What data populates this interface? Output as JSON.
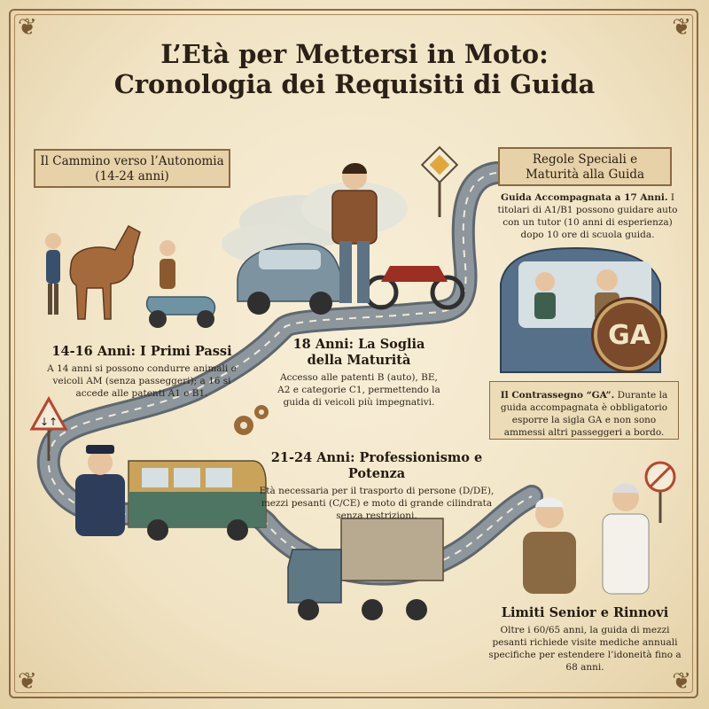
{
  "title": {
    "line1": "L’Età per Mettersi in Moto:",
    "line2": "Cronologia dei Requisiti di Guida"
  },
  "banners": {
    "left": {
      "line1": "Il Cammino verso l’Autonomia",
      "line2": "(14-24 anni)"
    },
    "right": {
      "line1": "Regole Speciali e",
      "line2": "Maturità alla Guida"
    }
  },
  "sections": {
    "first_steps": {
      "heading": "14-16 Anni: I Primi Passi",
      "body": "A 14 anni si possono condurre animali e veicoli AM (senza passeggeri); a 16 si accede alle patenti A1 e B1."
    },
    "maturity": {
      "heading_line1": "18 Anni: La Soglia",
      "heading_line2": "della Maturità",
      "body": "Accesso alle patenti B (auto), BE, A2 e categorie C1, permettendo la guida di veicoli più impegnativi."
    },
    "professional": {
      "heading": "21-24 Anni: Professionismo e Potenza",
      "body": "Età necessaria per il trasporto di persone (D/DE), mezzi pesanti (C/CE) e moto di grande cilindrata senza restrizioni."
    },
    "senior": {
      "heading": "Limiti Senior e Rinnovi",
      "body": "Oltre i 60/65 anni, la guida di mezzi pesanti richiede visite mediche annuali specifiche per estendere l’idoneità fino a 68 anni."
    }
  },
  "accompanied": {
    "heading": "Guida Accompagnata a 17 Anni.",
    "body": "I titolari di A1/B1 possono guidare auto con un tutor (10 anni di esperienza) dopo 10 ore di scuola guida."
  },
  "badge": {
    "label": "GA"
  },
  "ga_note": {
    "heading": "Il Contrassegno “GA”.",
    "body": "Durante la guida accompagnata è obbligatorio esporre la sigla GA e non sono ammessi altri passeggeri a bordo."
  },
  "colors": {
    "parchment": "#f1e4c5",
    "ink": "#2a2016",
    "road": "#6f7880",
    "border": "#8a6a42"
  },
  "icons": [
    "priority-road-sign-icon",
    "two-way-traffic-sign-icon",
    "no-overtaking-sign-icon",
    "gear-icon",
    "horse-icon",
    "scooter-icon",
    "car-icon",
    "motorcycle-icon",
    "bus-icon",
    "truck-icon"
  ]
}
